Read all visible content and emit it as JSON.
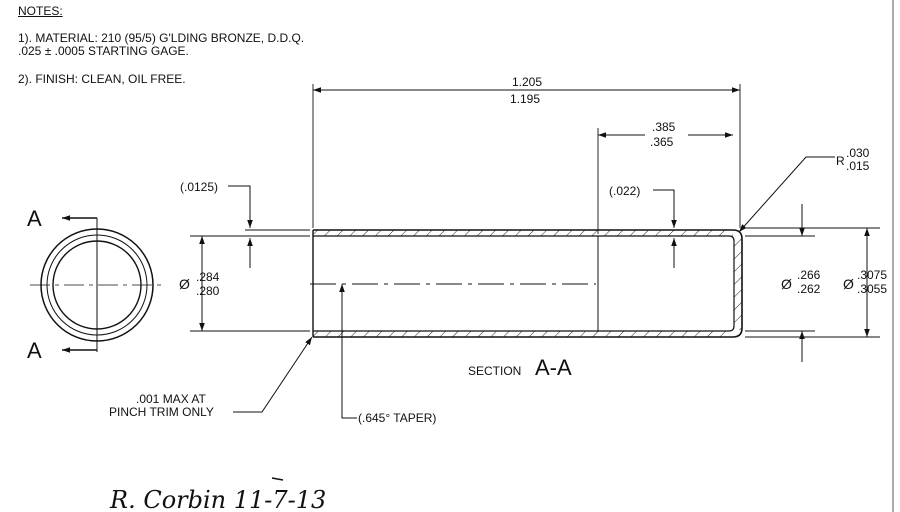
{
  "notes": {
    "title": "NOTES:",
    "material_line1": "1). MATERIAL: 210 (95/5) G'LDING BRONZE, D.D.Q.",
    "material_line2": ".025 ± .0005 STARTING GAGE.",
    "finish": "2). FINISH: CLEAN, OIL FREE."
  },
  "dims": {
    "overall_length_upper": "1.205",
    "overall_length_lower": "1.195",
    "end_length_upper": ".385",
    "end_length_lower": ".365",
    "radius_prefix": "R",
    "radius_upper": ".030",
    "radius_lower": ".015",
    "wall_ref": "(.0125)",
    "end_wall_ref": "(.022)",
    "inner_dia_symbol": "Ø",
    "inner_dia_upper": ".284",
    "inner_dia_lower": ".280",
    "end_inner_dia_symbol": "Ø",
    "end_inner_dia_upper": ".266",
    "end_inner_dia_lower": ".262",
    "outer_dia_symbol": "Ø",
    "outer_dia_upper": ".3075",
    "outer_dia_lower": ".3055"
  },
  "section": {
    "label_small": "SECTION",
    "label_big": "A-A",
    "marker_top": "A",
    "marker_bottom": "A"
  },
  "callouts": {
    "pinch_line1": ".001 MAX AT",
    "pinch_line2": "PINCH TRIM ONLY",
    "taper": "(.645° TAPER)"
  },
  "signature": "R. Corbin 11-7-13"
}
